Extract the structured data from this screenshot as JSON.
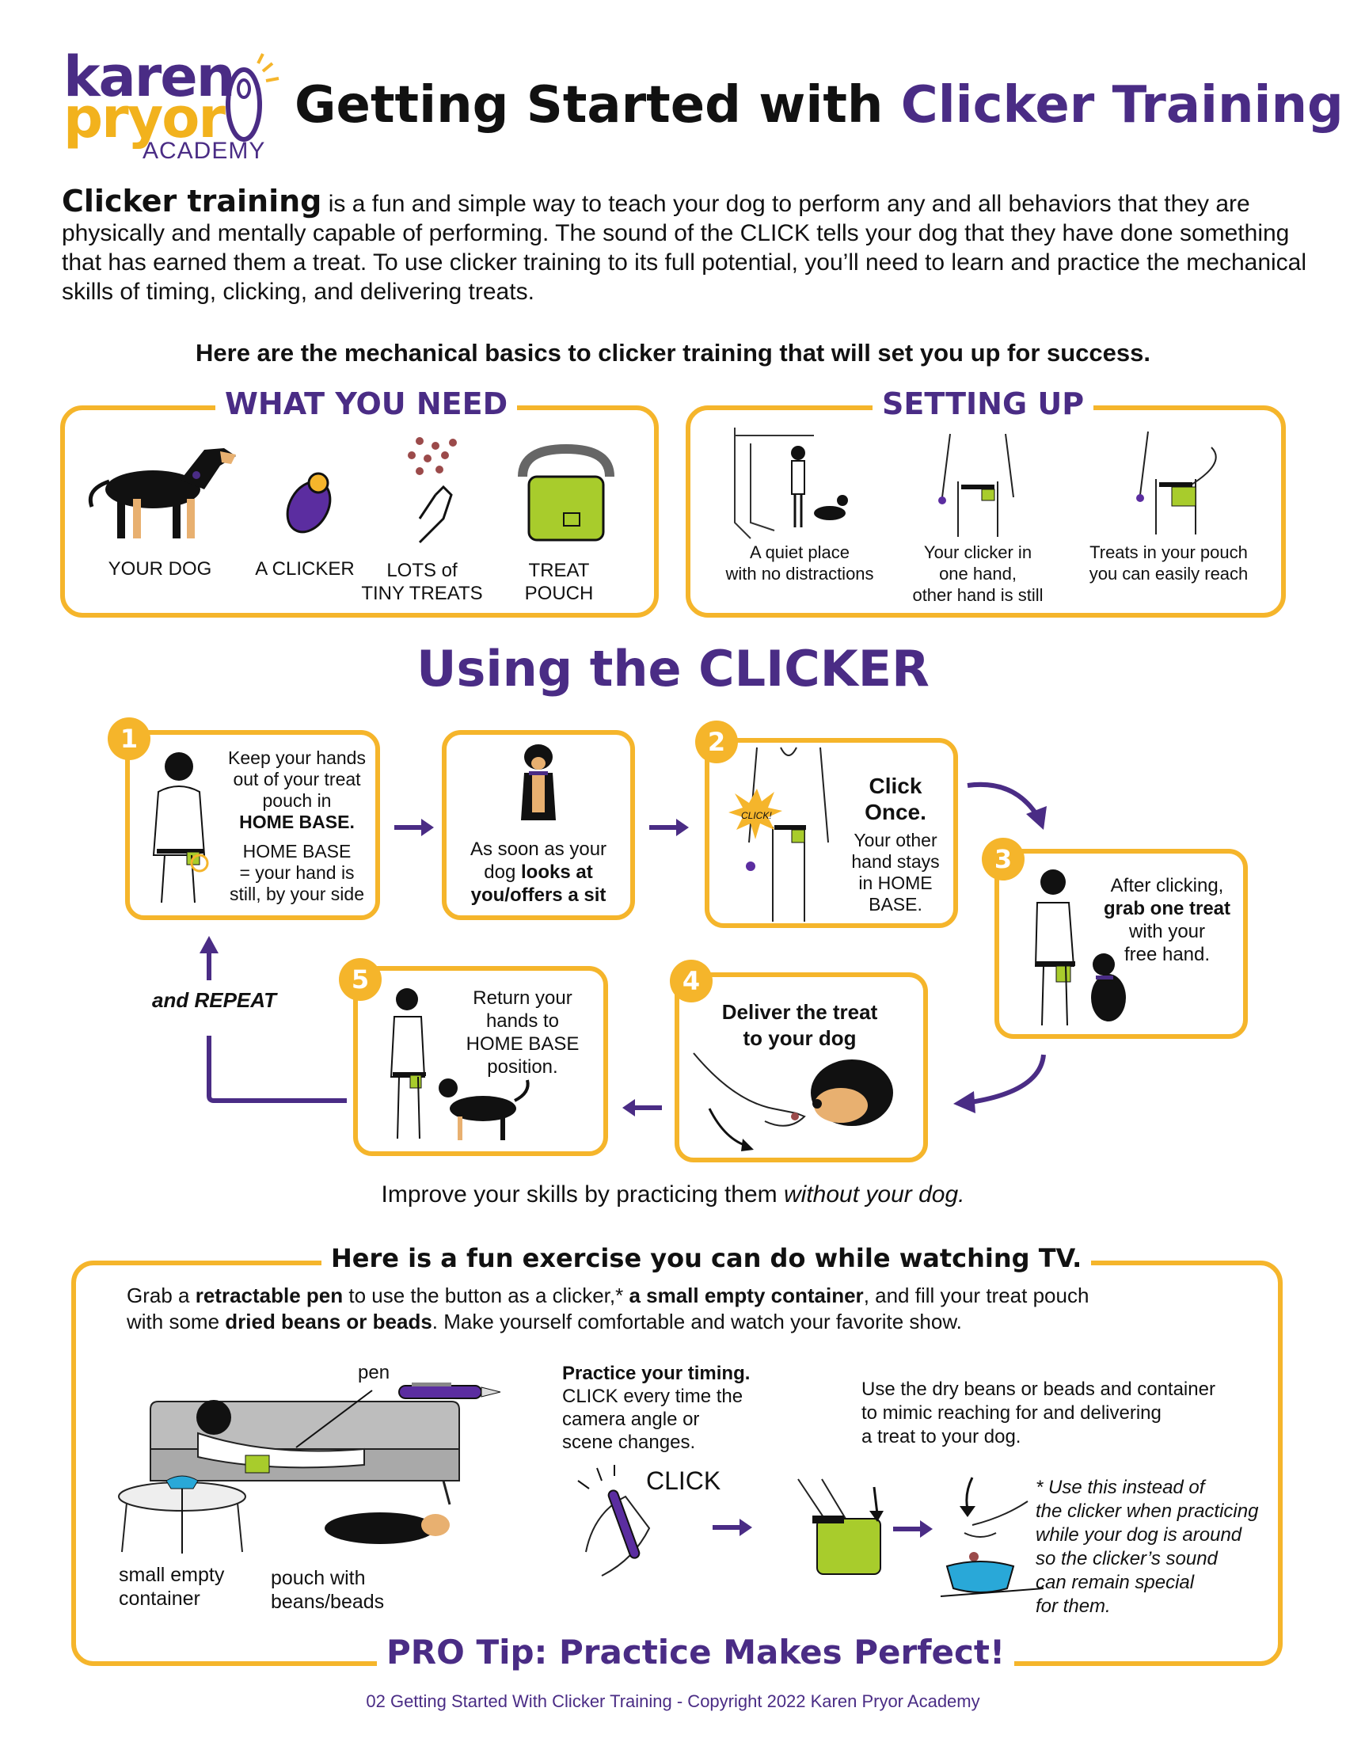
{
  "logo": {
    "line1": "karen",
    "line2": "pryor",
    "line3": "ACADEMY"
  },
  "title": {
    "part1": "Getting Started with ",
    "part2": "Clicker Training"
  },
  "intro": {
    "lead": "Clicker training",
    "text": " is a fun and simple way to teach your dog to perform any and all behaviors that they are physically and mentally capable of performing. The sound of the CLICK tells your dog that they have done something that has earned them a treat. To use clicker training to its full potential, you’ll need to learn and practice the mechanical skills of timing, clicking, and delivering treats."
  },
  "subhead": "Here are the mechanical basics to clicker training that will set you up for success.",
  "what_you_need": {
    "title": "WHAT YOU NEED",
    "items": [
      {
        "label": "YOUR DOG"
      },
      {
        "label": "A CLICKER"
      },
      {
        "label": "LOTS of\nTINY TREATS"
      },
      {
        "label": "TREAT\nPOUCH"
      }
    ]
  },
  "setting_up": {
    "title": "SETTING UP",
    "items": [
      {
        "label": "A quiet place\nwith no distractions"
      },
      {
        "label": "Your clicker in\none hand,\nother hand is still"
      },
      {
        "label": "Treats in your pouch\nyou can easily reach"
      }
    ]
  },
  "using_title": "Using the CLICKER",
  "steps": {
    "s1": {
      "num": "1",
      "l1": "Keep your hands",
      "l2": "out of your treat",
      "l3": "pouch in",
      "l4": "HOME BASE.",
      "l5": "HOME BASE",
      "l6": "= your hand is",
      "l7": "still, by your side"
    },
    "sit": {
      "l1": "As soon as your",
      "l2a": "dog ",
      "l2b": "looks at",
      "l3": "you/offers a sit"
    },
    "s2": {
      "num": "2",
      "l1": "Click",
      "l2": "Once.",
      "l3": "Your other",
      "l4": "hand stays",
      "l5": "in HOME",
      "l6": "BASE.",
      "click": "CLICK!"
    },
    "s3": {
      "num": "3",
      "l1": "After clicking,",
      "l2": "grab one treat",
      "l3": "with your",
      "l4": "free hand."
    },
    "s4": {
      "num": "4",
      "l1": "Deliver the treat",
      "l2": "to your dog"
    },
    "s5": {
      "num": "5",
      "l1": "Return your",
      "l2": "hands to",
      "l3": "HOME BASE",
      "l4": "position."
    },
    "repeat": "and REPEAT"
  },
  "improve": {
    "text": "Improve your skills by practicing them ",
    "italic": "without your dog."
  },
  "exercise": {
    "title": "Here is a fun exercise you can do while watching TV.",
    "p1a": "Grab a ",
    "p1b": "retractable pen",
    "p1c": " to use the button as a clicker,* ",
    "p1d": "a small empty container",
    "p1e": ", and fill your treat pouch",
    "p2a": "with some ",
    "p2b": "dried beans or beads",
    "p2c": ". Make yourself comfortable and watch your favorite show.",
    "pen": "pen",
    "container": "small empty\ncontainer",
    "pouch": "pouch with\nbeans/beads",
    "timing_head": "Practice your timing.",
    "timing_text": "CLICK every time the\ncamera angle or\nscene changes.",
    "click": "CLICK",
    "beans_text": "Use the dry beans or beads and container\nto mimic reaching for and delivering\na treat to your dog.",
    "note": "* Use this instead of\nthe clicker when practicing\nwhile your dog is around\nso the clicker’s sound\ncan remain special\nfor them.",
    "pro_tip": "PRO Tip: Practice Makes Perfect!"
  },
  "footer": "02 Getting Started With Clicker Training - Copyright 2022 Karen Pryor Academy",
  "colors": {
    "purple": "#4a2c85",
    "gold": "#f5b52b",
    "green": "#a8cc2c",
    "teal": "#29a8d8"
  }
}
